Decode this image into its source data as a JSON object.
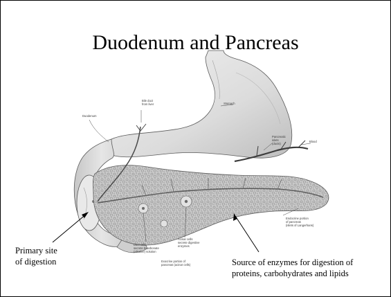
{
  "slide": {
    "title": "Duodenum and Pancreas",
    "callouts": {
      "primary_site_line1": "Primary site",
      "primary_site_line2": "of digestion",
      "enzymes_line1": "Source of enzymes for digestion of",
      "enzymes_line2": "proteins, carbohydrates and lipids"
    }
  },
  "diagram_labels": {
    "duodenum": "Duodenum",
    "stomach": "Stomach",
    "bile_duct_1": "Bile duct",
    "bile_duct_2": "from liver",
    "pancreatic_duct_1": "Pancreatic",
    "pancreatic_duct_2": "islets",
    "pancreatic_duct_3": "(ducts)",
    "blood": "Blood",
    "label_a_1": "Duct cells",
    "label_a_2": "secrete bicarbonate",
    "label_a_3": "(alkaline) solution",
    "label_b_1": "Acinar cells",
    "label_b_2": "secrete digestive",
    "label_b_3": "enzymes",
    "label_c_1": "Exocrine portion of",
    "label_c_2": "pancreas (acinar cells)",
    "label_d_1": "Endocrine portion",
    "label_d_2": "of pancreas",
    "label_d_3": "(islets of Langerhans)"
  },
  "colors": {
    "organ_fill": "#d6d6d6",
    "organ_light": "#ebebeb",
    "organ_stroke": "#5a5a5a",
    "pancreas_fill": "#c7c7c7",
    "duct_dark": "#3c3c3c"
  }
}
